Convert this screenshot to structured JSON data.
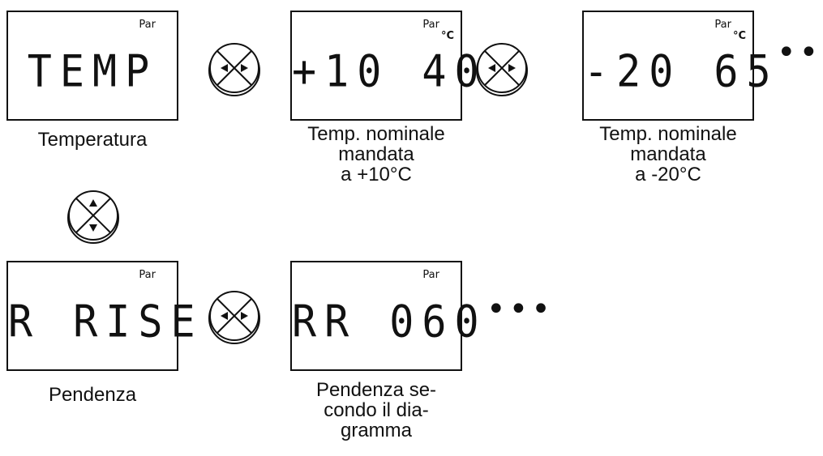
{
  "displays": [
    {
      "par": "Par",
      "unit": "",
      "text": "TEMP"
    },
    {
      "par": "Par",
      "unit": "°C",
      "text": "+10 40"
    },
    {
      "par": "Par",
      "unit": "°C",
      "text": "-20 65"
    },
    {
      "par": "Par",
      "unit": "",
      "text": "R RISE"
    },
    {
      "par": "Par",
      "unit": "",
      "text": "RR 060"
    }
  ],
  "captions": [
    "Temperatura",
    "Temp. nominale\nmandata\na +10°C",
    "Temp. nominale\nmandata\na -20°C",
    "Pendenza",
    "Pendenza se-\ncondo il dia-\ngramma"
  ],
  "buttons": [
    {
      "icon": "left-right-nav-button-icon"
    },
    {
      "icon": "left-right-nav-button-icon"
    },
    {
      "icon": "up-down-nav-button-icon"
    },
    {
      "icon": "left-right-nav-button-icon"
    }
  ],
  "ellipsis": [
    "•••",
    "•••"
  ]
}
